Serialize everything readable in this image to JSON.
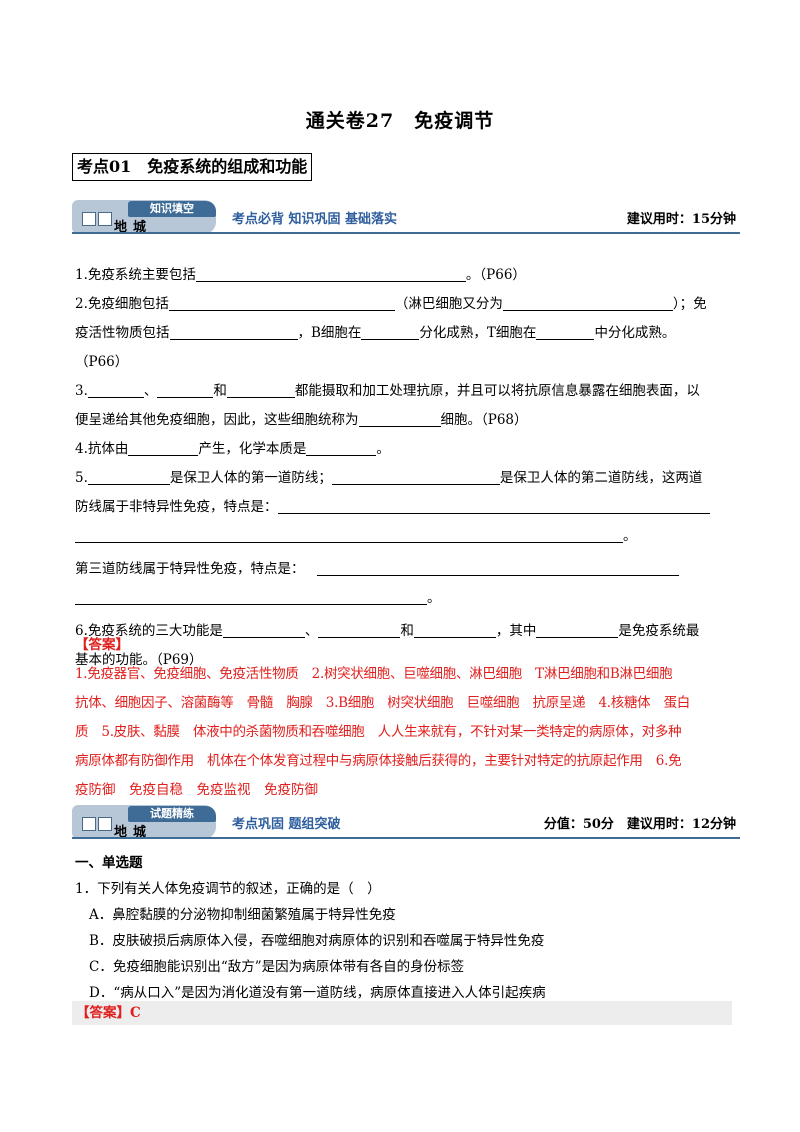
{
  "title": "通关卷27　免疫调节",
  "section": "考点01　免疫系统的组成和功能",
  "bar1": {
    "tab": "知识填空",
    "label": "地城",
    "slogan": "考点必背  知识巩固  基础落实",
    "time": "建议用时：15分钟"
  },
  "fill": {
    "q1a": "1.免疫系统主要包括",
    "q1b": "。（P66）",
    "q2a": "2.免疫细胞包括",
    "q2b": "（淋巴细胞又分为",
    "q2c": "）；免",
    "q2d": "疫活性物质包括",
    "q2e": "，B细胞在",
    "q2f": "分化成熟，T细胞在",
    "q2g": "中分化成熟。",
    "q2h": "（P66）",
    "q3a": "3.",
    "q3b": "、",
    "q3c": "和",
    "q3d": "都能摄取和加工处理抗原，并且可以将抗原信息暴露在细胞表面，以",
    "q3e": "便呈递给其他免疫细胞，因此，这些细胞统称为",
    "q3f": "细胞。（P68）",
    "q4a": "4.抗体由",
    "q4b": "产生，化学本质是",
    "q4c": "。",
    "q5a": "5.",
    "q5b": "是保卫人体的第一道防线；",
    "q5c": "是保卫人体的第二道防线，这两道",
    "q5d": "防线属于非特异性免疫，特点是：",
    "q5e": "。",
    "q5f": "第三道防线属于特异性免疫，特点是：",
    "q5g": "。",
    "q6a": "6.免疫系统的三大功能是",
    "q6b": "、",
    "q6c": "和",
    "q6d": "，其中",
    "q6e": "是免疫系统最",
    "q6f": "基本的功能。（P69）"
  },
  "answer1": {
    "label": "【答案】",
    "l1": "1.免疫器官、免疫细胞、免疫活性物质　2.树突状细胞、巨噬细胞、淋巴细胞　T淋巴细胞和B淋巴细胞",
    "l2": "抗体、细胞因子、溶菌酶等　骨髓　胸腺　3.B细胞　树突状细胞　巨噬细胞　抗原呈递　4.核糖体　蛋白",
    "l3": "质　5.皮肤、黏膜　体液中的杀菌物质和吞噬细胞　人人生来就有，不针对某一类特定的病原体，对多种",
    "l4": "病原体都有防御作用　机体在个体发育过程中与病原体接触后获得的，主要针对特定的抗原起作用　6.免",
    "l5": "疫防御　免疫自稳　免疫监视　免疫防御"
  },
  "bar2": {
    "tab": "试题精练",
    "label": "地城",
    "slogan": "考点巩固  题组突破",
    "time": "分值：50分　建议用时：12分钟"
  },
  "mc": {
    "heading": "一、单选题",
    "q": "1．下列有关人体免疫调节的叙述，正确的是（　）",
    "options": [
      "A．鼻腔黏膜的分泌物抑制细菌繁殖属于特异性免疫",
      "B．皮肤破损后病原体入侵，吞噬细胞对病原体的识别和吞噬属于特异性免疫",
      "C．免疫细胞能识别出“敌方”是因为病原体带有各自的身份标签",
      "D．“病从口入”是因为消化道没有第一道防线，病原体直接进入人体引起疾病"
    ],
    "answer_label": "【答案】",
    "answer": "C"
  }
}
